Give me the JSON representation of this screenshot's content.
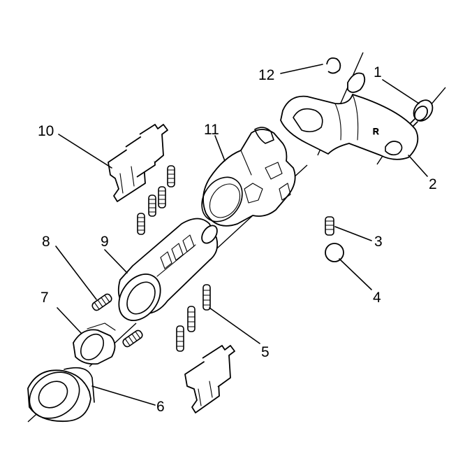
{
  "diagram": {
    "callouts": [
      {
        "id": "1",
        "label": "1"
      },
      {
        "id": "2",
        "label": "2"
      },
      {
        "id": "3",
        "label": "3"
      },
      {
        "id": "4",
        "label": "4"
      },
      {
        "id": "5",
        "label": "5"
      },
      {
        "id": "6",
        "label": "6"
      },
      {
        "id": "7",
        "label": "7"
      },
      {
        "id": "8",
        "label": "8"
      },
      {
        "id": "9",
        "label": "9"
      },
      {
        "id": "10",
        "label": "10"
      },
      {
        "id": "11",
        "label": "11"
      },
      {
        "id": "12",
        "label": "12"
      }
    ],
    "embossed_mark": "R"
  }
}
